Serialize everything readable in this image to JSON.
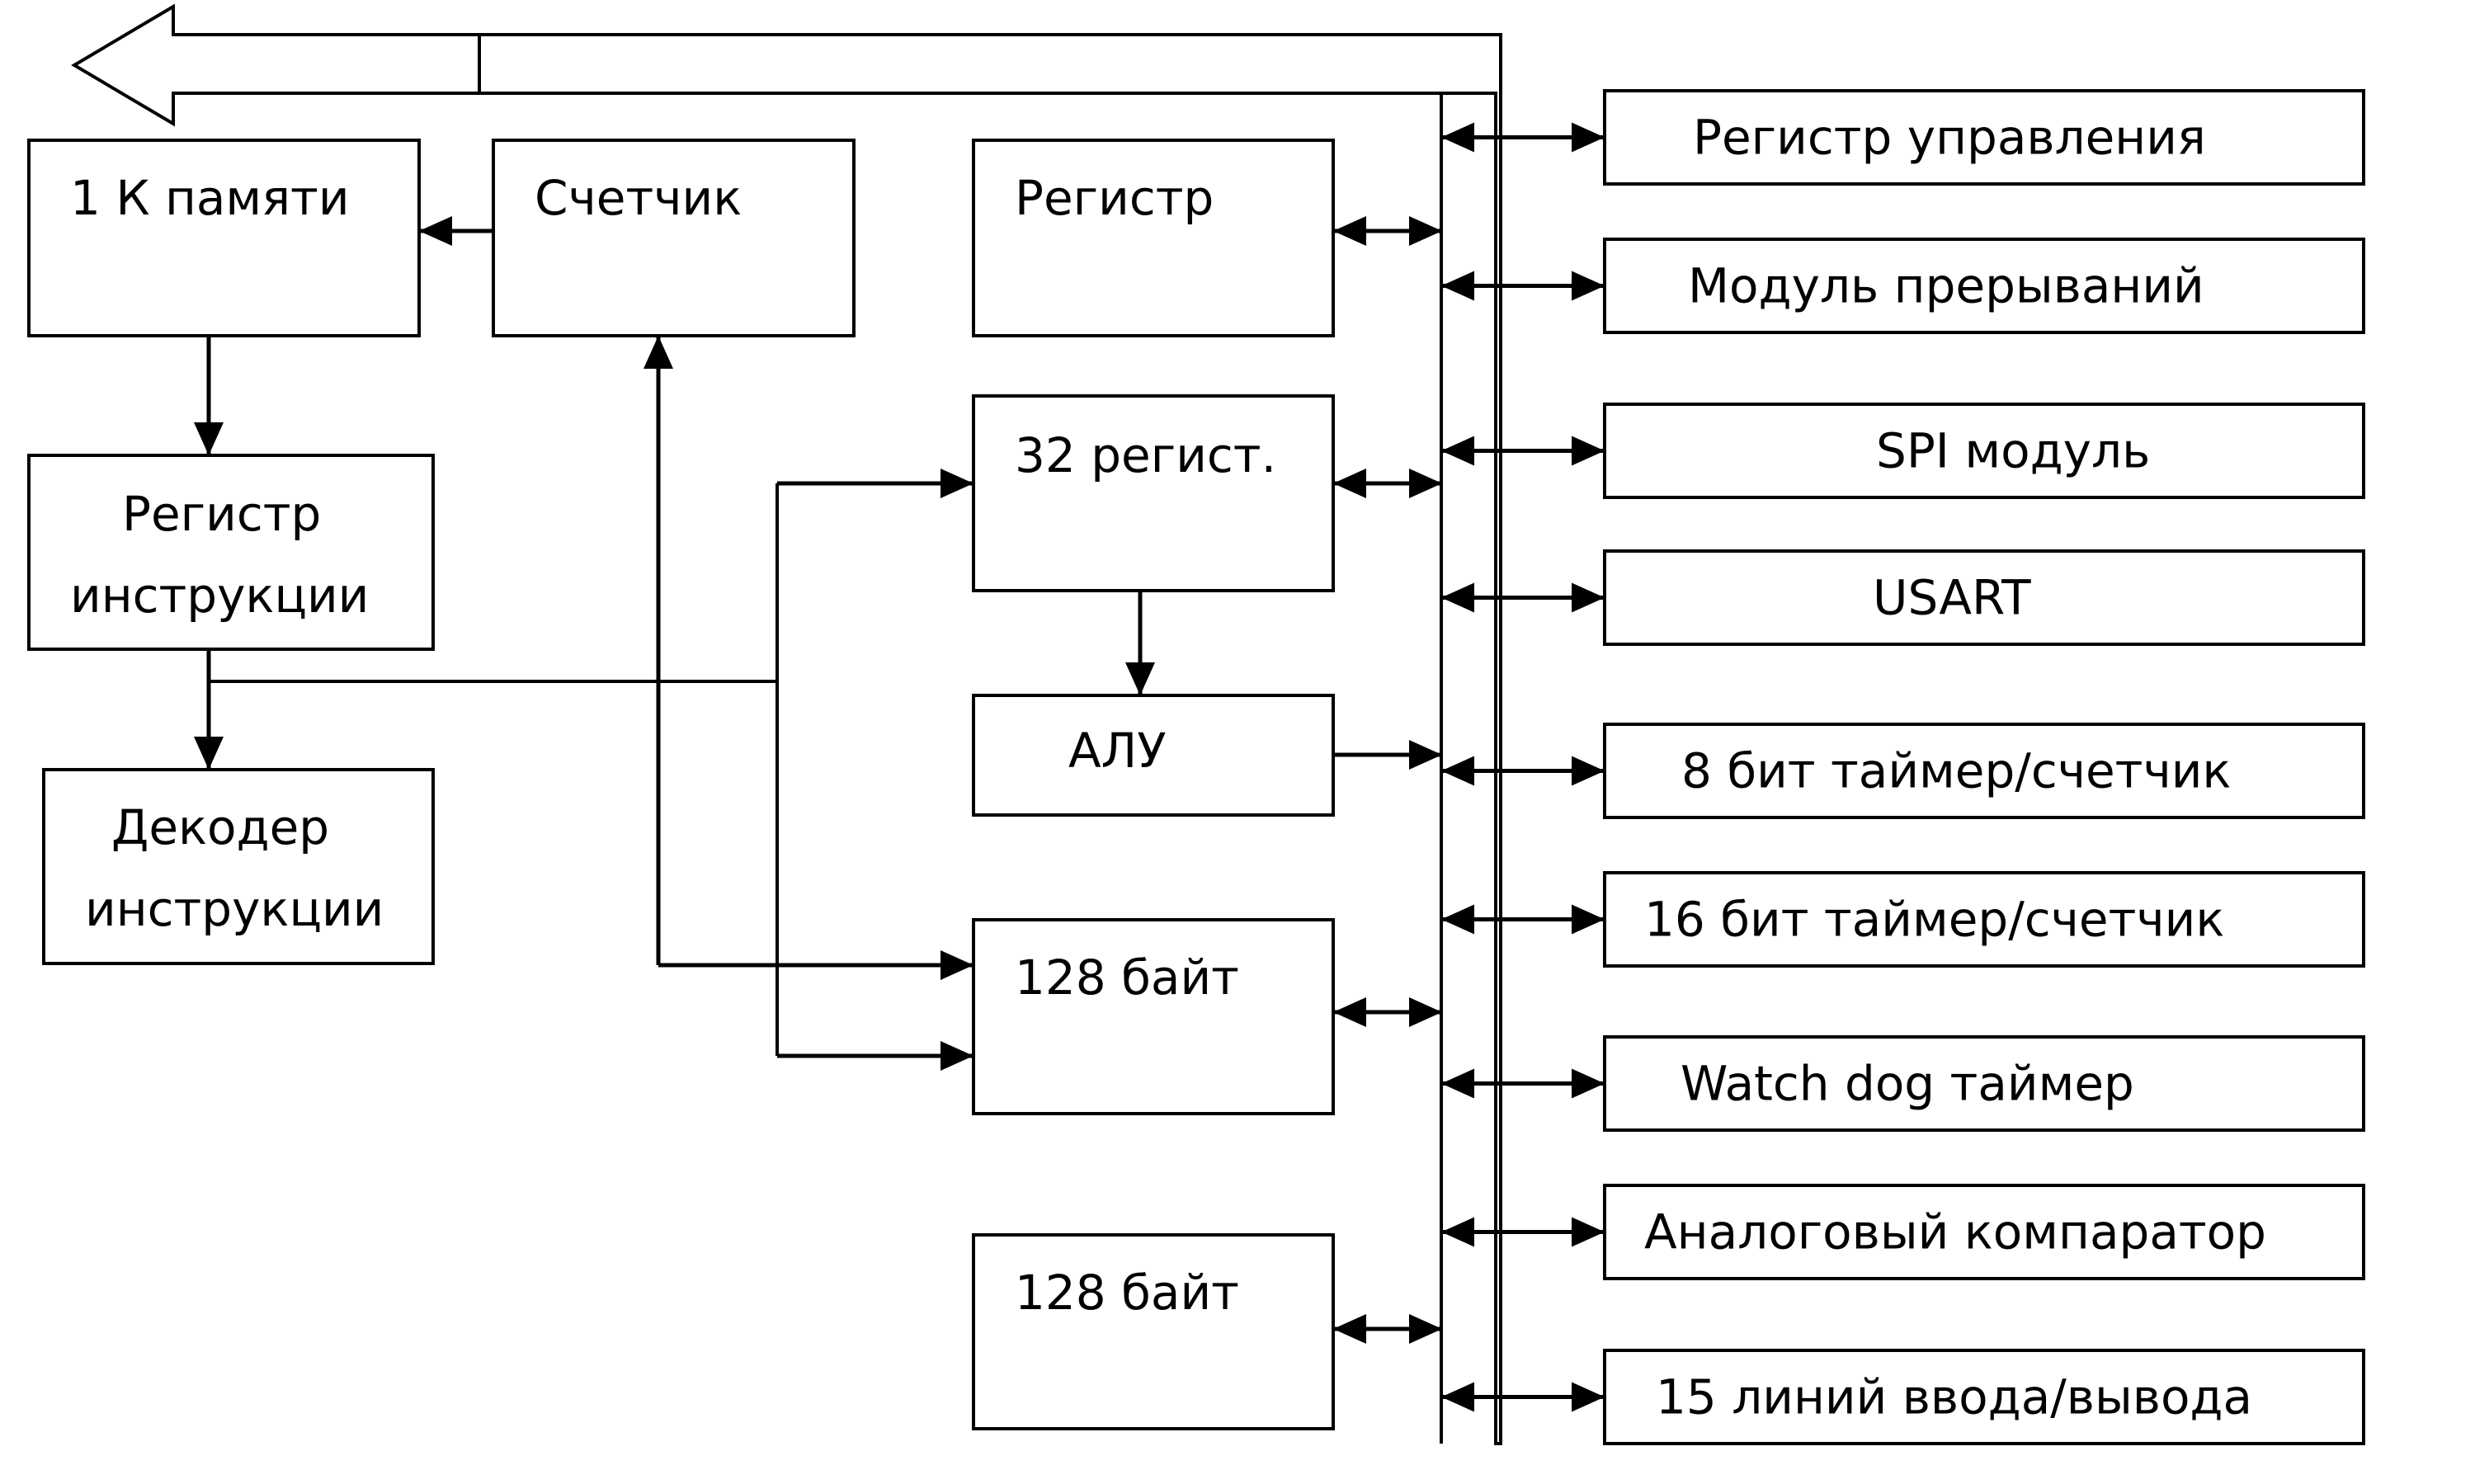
{
  "blocks": {
    "memory": "1 К памяти",
    "counter": "Счетчик",
    "register": "Регистр",
    "instruction_register": [
      "Регистр",
      "инструкции"
    ],
    "registers_32": "32 регист.",
    "alu": "АЛУ",
    "instruction_decoder": [
      "Декодер",
      "инструкции"
    ],
    "ram_128": "128 байт",
    "eeprom_128": "128 байт"
  },
  "peripherals": [
    "Регистр управления",
    "Модуль прерываний",
    "SPI модуль",
    "USART",
    "8 бит таймер/счетчик",
    "16 бит таймер/счетчик",
    "Watch dog таймер",
    "Аналоговый компаратор",
    "15 линий ввода/вывода"
  ],
  "colors": {
    "stroke": "#000000",
    "background": "#ffffff"
  }
}
